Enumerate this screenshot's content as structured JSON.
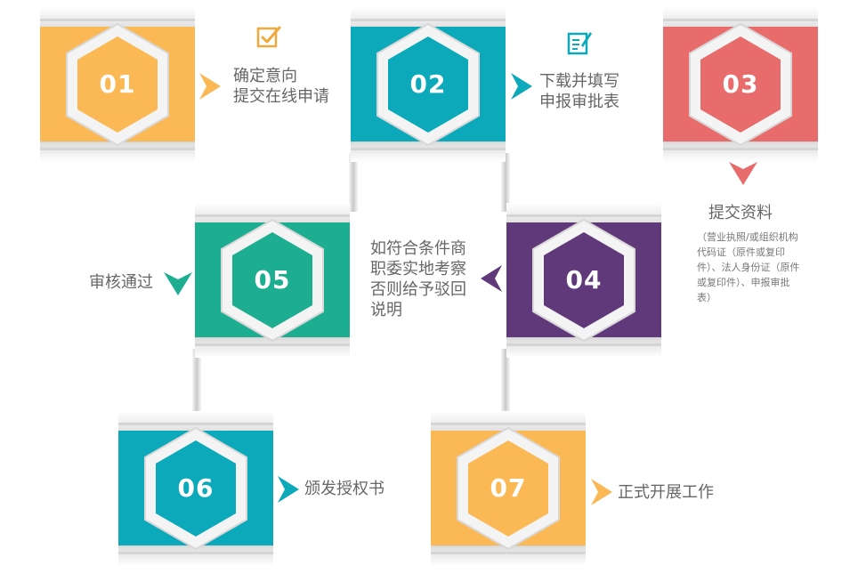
{
  "colors": {
    "orange": "#FBB956",
    "teal": "#0BA9B9",
    "red": "#E86C6C",
    "green": "#1DAE91",
    "purple": "#60397A",
    "text": "#666666"
  },
  "steps": [
    {
      "num": "01",
      "label_lines": [
        "确定意向",
        "提交在线申请"
      ],
      "icon": "checkbox-icon"
    },
    {
      "num": "02",
      "label_lines": [
        "下载并填写",
        "申报审批表"
      ],
      "icon": "form-edit-icon"
    },
    {
      "num": "03",
      "label": "提交资料",
      "note": "（营业执照/或组织机构代码证（原件或复印件）、法人身份证（原件或复印件）、申报审批表）"
    },
    {
      "num": "04",
      "label_lines": [
        "如符合条件商",
        "职委实地考察",
        "否则给予驳回",
        "说明"
      ]
    },
    {
      "num": "05",
      "label": "审核通过"
    },
    {
      "num": "06",
      "label": "颁发授权书"
    },
    {
      "num": "07",
      "label": "正式开展工作"
    }
  ]
}
